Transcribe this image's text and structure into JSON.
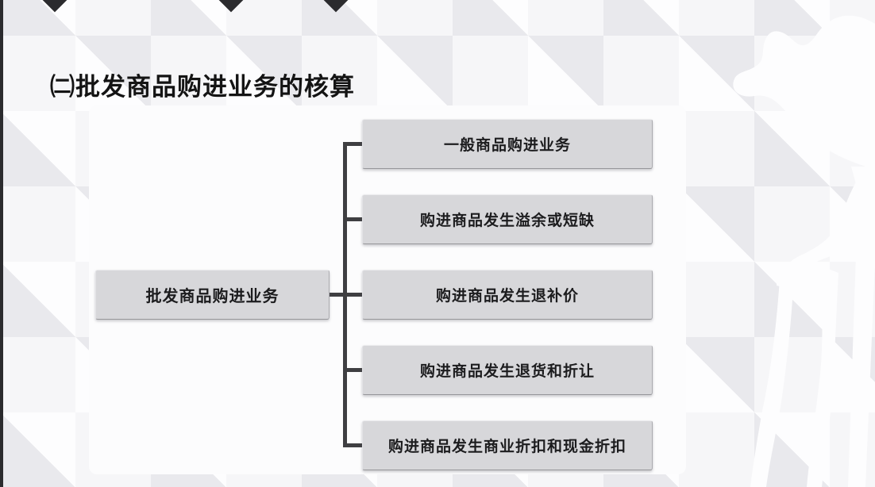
{
  "slide": {
    "title": "㈡批发商品购进业务的核算"
  },
  "diagram": {
    "root": {
      "label": "批发商品购进业务"
    },
    "branches": [
      {
        "label": "一般商品购进业务"
      },
      {
        "label": "购进商品发生溢余或短缺"
      },
      {
        "label": "购进商品发生退补价"
      },
      {
        "label": "购进商品发生退货和折让"
      },
      {
        "label": "购进商品发生商业折扣和现金折扣"
      }
    ]
  },
  "style": {
    "colors": {
      "title_text": "#141414",
      "box_fill": "#d7d7da",
      "box_text": "#1c1c1e",
      "box_shadow": "#96969a",
      "connector": "#3f3f42",
      "panel": "#fcfcfd",
      "background_light": "#f6f6f8",
      "background_diamond": "#e9e9ed",
      "edge_strip": "#2b2b2e",
      "horse": "#fdfdfe"
    }
  }
}
